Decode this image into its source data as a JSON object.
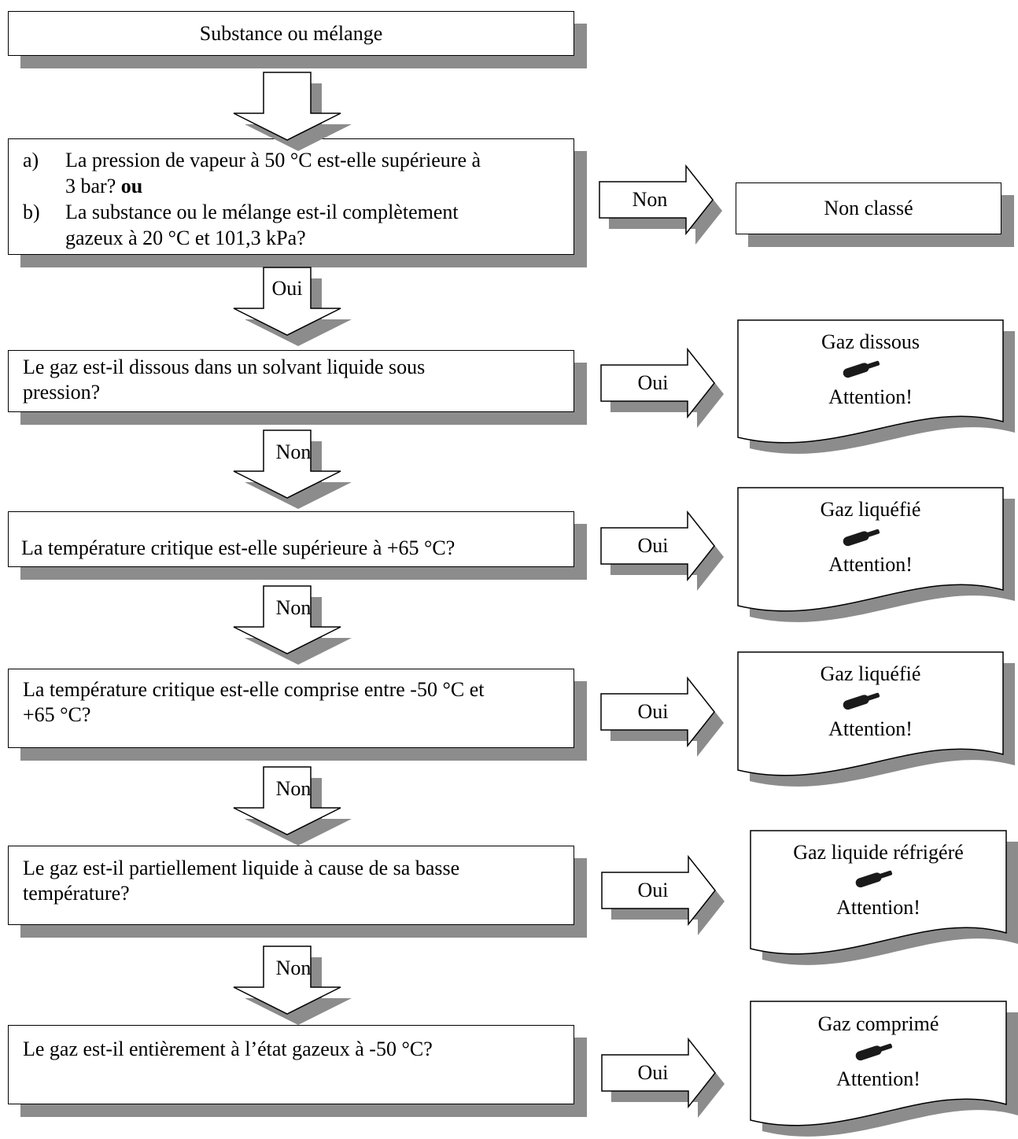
{
  "start": {
    "label": "Substance ou mélange"
  },
  "q1": {
    "a_label": "a)",
    "a_text_line1": "La pression de vapeur à 50 °C est-elle supérieure à",
    "a_text_line2": "3 bar?",
    "a_or": "ou",
    "b_label": "b)",
    "b_text_line1": "La substance ou le mélange est-il complètement",
    "b_text_line2": "gazeux à 20 °C et 101,3 kPa?"
  },
  "no_arrow_q1": "Non",
  "not_classified": "Non classé",
  "yes_q1": "Oui",
  "q2": {
    "line1": "Le gaz est-il dissous dans un solvant liquide sous",
    "line2": "pression?"
  },
  "q3": {
    "line1": "La température critique est-elle supérieure à +65 °C?"
  },
  "q4": {
    "line1": "La température critique est-elle comprise entre -50 °C et",
    "line2": "+65 °C?"
  },
  "q5": {
    "line1": "Le gaz est-il partiellement liquide à cause de sa basse",
    "line2": "température?"
  },
  "q6": {
    "line1": "Le gaz est-il entièrement à l’état gazeux à -50 °C?"
  },
  "down_labels": {
    "q2_no": "Non",
    "q3_no": "Non",
    "q4_no": "Non",
    "q5_no": "Non"
  },
  "right_labels": {
    "q2_yes": "Oui",
    "q3_yes": "Oui",
    "q4_yes": "Oui",
    "q5_yes": "Oui",
    "q6_yes": "Oui"
  },
  "results": {
    "r1": {
      "title": "Gaz dissous",
      "signal": "Attention!"
    },
    "r2": {
      "title": "Gaz liquéfié",
      "signal": "Attention!"
    },
    "r3": {
      "title": "Gaz liquéfié",
      "signal": "Attention!"
    },
    "r4": {
      "title": "Gaz liquide réfrigéré",
      "signal": "Attention!"
    },
    "r5": {
      "title": "Gaz comprimé",
      "signal": "Attention!"
    }
  },
  "colors": {
    "shadow": "#8c8c8c",
    "border": "#000000",
    "cylinder": "#1a1a1a"
  },
  "icons": {
    "cylinder": "gas-cylinder-icon"
  }
}
